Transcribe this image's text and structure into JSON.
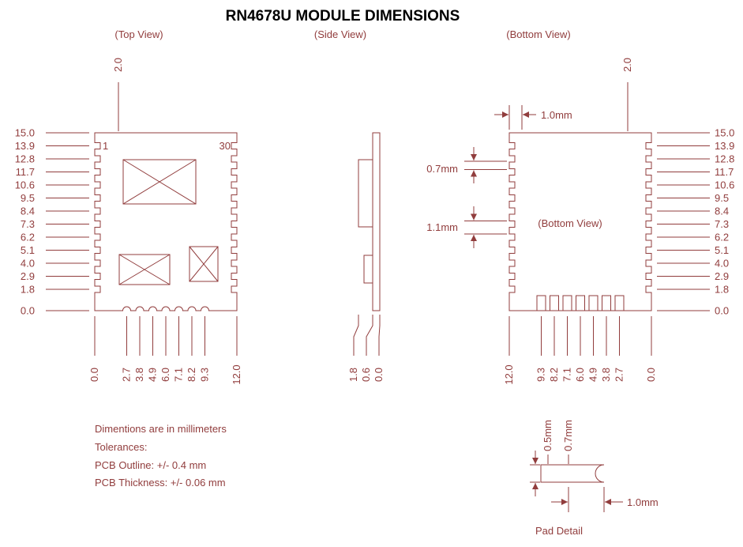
{
  "title": "RN4678U MODULE DIMENSIONS",
  "colors": {
    "drawing": "#913d3d",
    "title": "#000000"
  },
  "views": {
    "top_label": "(Top View)",
    "side_label": "(Side View)",
    "bottom_label": "(Bottom View)",
    "bottom_inner_label": "(Bottom View)"
  },
  "top_view": {
    "pin_first": "1",
    "pin_last": "30",
    "top_dim": "2.0"
  },
  "bottom_view": {
    "top_dim": "2.0",
    "edge_dim": "1.0mm",
    "pad_width_dim": "0.7mm",
    "pad_pitch_dim": "1.1mm"
  },
  "y_axis_left": [
    "15.0",
    "13.9",
    "12.8",
    "11.7",
    "10.6",
    "9.5",
    "8.4",
    "7.3",
    "6.2",
    "5.1",
    "4.0",
    "2.9",
    "1.8",
    "0.0"
  ],
  "y_axis_right": [
    "15.0",
    "13.9",
    "12.8",
    "11.7",
    "10.6",
    "9.5",
    "8.4",
    "7.3",
    "6.2",
    "5.1",
    "4.0",
    "2.9",
    "1.8",
    "0.0"
  ],
  "x_axis_top_view": [
    "0.0",
    "2.7",
    "3.8",
    "4.9",
    "6.0",
    "7.1",
    "8.2",
    "9.3",
    "12.0"
  ],
  "x_axis_bottom_view": [
    "12.0",
    "9.3",
    "8.2",
    "7.1",
    "6.0",
    "4.9",
    "3.8",
    "2.7",
    "0.0"
  ],
  "x_axis_side_view": [
    "1.8",
    "0.6",
    "0.0"
  ],
  "notes": {
    "line1": "Dimentions are in millimeters",
    "line2": "Tolerances:",
    "line3": "PCB Outline: +/- 0.4 mm",
    "line4": "PCB Thickness: +/- 0.06 mm"
  },
  "pad_detail": {
    "label": "Pad Detail",
    "dim_a": "0.5mm",
    "dim_b": "0.7mm",
    "dim_c": "1.0mm"
  }
}
